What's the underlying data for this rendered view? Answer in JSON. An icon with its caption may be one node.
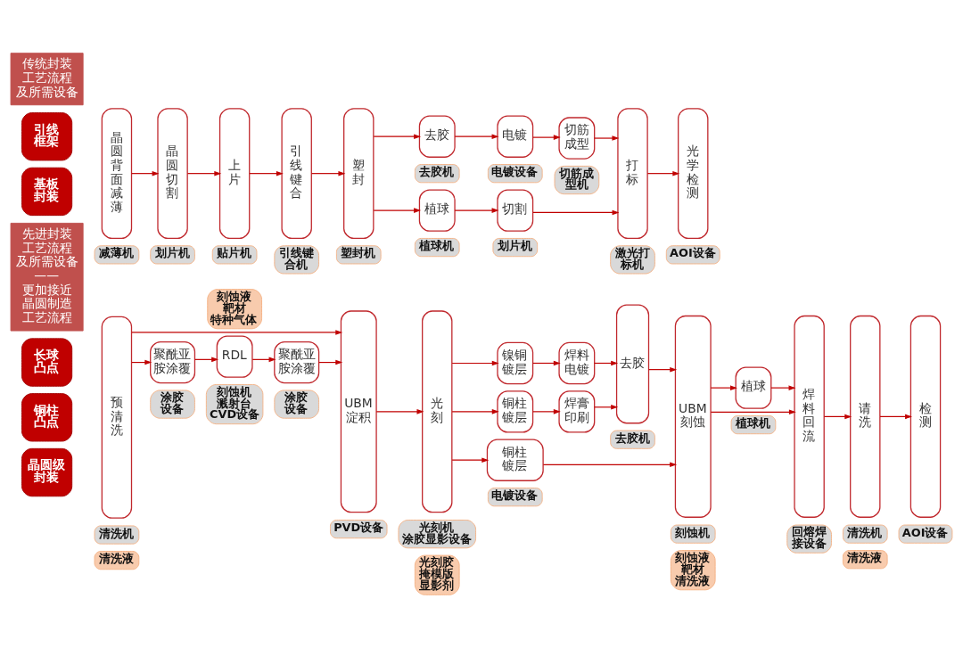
{
  "diagram": {
    "nodes": [
      {
        "text": [
          "传统封装工艺流程及所需设备"
        ]
      },
      {
        "text": [
          "引线框架"
        ]
      },
      {
        "text": [
          "基板封装"
        ]
      },
      {
        "text": [
          "晶圆背面减薄"
        ]
      },
      {
        "text": [
          "减薄机"
        ]
      },
      {
        "text": [
          "晶圆切割"
        ]
      },
      {
        "text": [
          "划片机"
        ]
      },
      {
        "text": [
          "上片"
        ]
      },
      {
        "text": [
          "贴片机"
        ]
      },
      {
        "text": [
          "引线键合"
        ]
      },
      {
        "text": [
          "引线键合机"
        ]
      },
      {
        "text": [
          "塑封"
        ]
      },
      {
        "text": [
          "塑封机"
        ]
      },
      {
        "text": [
          "去胶"
        ]
      },
      {
        "text": [
          "去胶机"
        ]
      },
      {
        "text": [
          "植球"
        ]
      },
      {
        "text": [
          "植球机"
        ]
      },
      {
        "text": [
          "电镀"
        ]
      },
      {
        "text": [
          "电镀设备"
        ]
      },
      {
        "text": [
          "切筋成型"
        ]
      },
      {
        "text": [
          "切筋成型机"
        ]
      },
      {
        "text": [
          "切割"
        ]
      },
      {
        "text": [
          "划片机"
        ]
      },
      {
        "text": [
          "打标"
        ]
      },
      {
        "text": [
          "激光打标机"
        ]
      },
      {
        "text": [
          "光学检测"
        ]
      },
      {
        "text": [
          "AOI设备"
        ]
      },
      {
        "text": [
          "先进封装工艺流程及所需设备——更加接近晶圆制造工艺流程"
        ]
      },
      {
        "text": [
          "长球凸点"
        ]
      },
      {
        "text": [
          "铜柱凸点"
        ]
      },
      {
        "text": [
          "晶圆级封装"
        ]
      },
      {
        "text": [
          "预清洗"
        ]
      },
      {
        "text": [
          "清洗机"
        ]
      },
      {
        "text": [
          "清洗液"
        ]
      },
      {
        "text": [
          "聚酰亚胺涂覆"
        ]
      },
      {
        "text": [
          "涂胶设备"
        ]
      },
      {
        "text": [
          "刻蚀液",
          "靶材",
          "特种气体"
        ]
      },
      {
        "text": [
          "RDL"
        ]
      },
      {
        "text": [
          "刻蚀机",
          "溅射台",
          "CVD设备"
        ]
      },
      {
        "text": [
          "聚酰亚胺涂覆"
        ]
      },
      {
        "text": [
          "涂胶设备"
        ]
      },
      {
        "text": [
          "UBM淀积"
        ]
      },
      {
        "text": [
          "PVD设备"
        ]
      },
      {
        "text": [
          "光刻"
        ]
      },
      {
        "text": [
          "光刻机",
          "涂胶显影设备"
        ]
      },
      {
        "text": [
          "光刻胶",
          "掩模版",
          "显影剂"
        ]
      },
      {
        "text": [
          "镍铜镀层"
        ]
      },
      {
        "text": [
          "铜柱镀层"
        ]
      },
      {
        "text": [
          "铜柱镀层"
        ]
      },
      {
        "text": [
          "电镀设备"
        ]
      },
      {
        "text": [
          "焊料电镀"
        ]
      },
      {
        "text": [
          "焊膏印刷"
        ]
      },
      {
        "text": [
          "去胶"
        ]
      },
      {
        "text": [
          "去胶机"
        ]
      },
      {
        "text": [
          "UBM刻蚀"
        ]
      },
      {
        "text": [
          "刻蚀机"
        ]
      },
      {
        "text": [
          "刻蚀液",
          "靶材",
          "清洗液"
        ]
      },
      {
        "text": [
          "植球"
        ]
      },
      {
        "text": [
          "植球机"
        ]
      },
      {
        "text": [
          "焊料回流"
        ]
      },
      {
        "text": [
          "回熔焊接设备"
        ]
      },
      {
        "text": [
          "请洗"
        ]
      },
      {
        "text": [
          "清洗机"
        ]
      },
      {
        "text": [
          "清洗液"
        ]
      },
      {
        "text": [
          "检测"
        ]
      },
      {
        "text": [
          "AOI设备"
        ]
      }
    ],
    "edges": [
      {
        "from": 3,
        "to": 5,
        "arrow": "to"
      },
      {
        "from": 5,
        "to": 7,
        "arrow": "to"
      },
      {
        "from": 7,
        "to": 9,
        "arrow": "to"
      },
      {
        "from": 9,
        "to": 11,
        "arrow": "to"
      },
      {
        "from": 11,
        "to": 13,
        "arrow": "to"
      },
      {
        "from": 11,
        "to": 15,
        "arrow": "to"
      },
      {
        "from": 13,
        "to": 17,
        "arrow": "to"
      },
      {
        "from": 17,
        "to": 19,
        "arrow": "to"
      },
      {
        "from": 19,
        "to": 23,
        "arrow": "to"
      },
      {
        "from": 15,
        "to": 21,
        "arrow": "to"
      },
      {
        "from": 21,
        "to": 23,
        "arrow": "to"
      },
      {
        "from": 23,
        "to": 25,
        "arrow": "to"
      },
      {
        "from": 31,
        "to": 41,
        "arrow": "to"
      },
      {
        "from": 31,
        "to": 34,
        "arrow": "to"
      },
      {
        "from": 34,
        "to": 37,
        "arrow": "to"
      },
      {
        "from": 37,
        "to": 39,
        "arrow": "to"
      },
      {
        "from": 39,
        "to": 41,
        "arrow": "to"
      },
      {
        "from": 41,
        "to": 43,
        "arrow": "to"
      },
      {
        "from": 43,
        "to": 46,
        "arrow": "to"
      },
      {
        "from": 43,
        "to": 47,
        "arrow": "to"
      },
      {
        "from": 43,
        "to": 48,
        "arrow": "to"
      },
      {
        "from": 46,
        "to": 50,
        "arrow": "to"
      },
      {
        "from": 47,
        "to": 51,
        "arrow": "to"
      },
      {
        "from": 50,
        "to": 52,
        "arrow": "to"
      },
      {
        "from": 51,
        "to": 52,
        "arrow": "to"
      },
      {
        "from": 52,
        "to": 54,
        "arrow": "to"
      },
      {
        "from": 48,
        "to": 54,
        "arrow": "to"
      },
      {
        "from": 54,
        "to": 59,
        "arrow": "to"
      },
      {
        "from": 54,
        "to": 57,
        "arrow": "to"
      },
      {
        "from": 57,
        "to": 59,
        "arrow": "to"
      },
      {
        "from": 59,
        "to": 61,
        "arrow": "to"
      },
      {
        "from": 61,
        "to": 64,
        "arrow": "to"
      }
    ]
  }
}
